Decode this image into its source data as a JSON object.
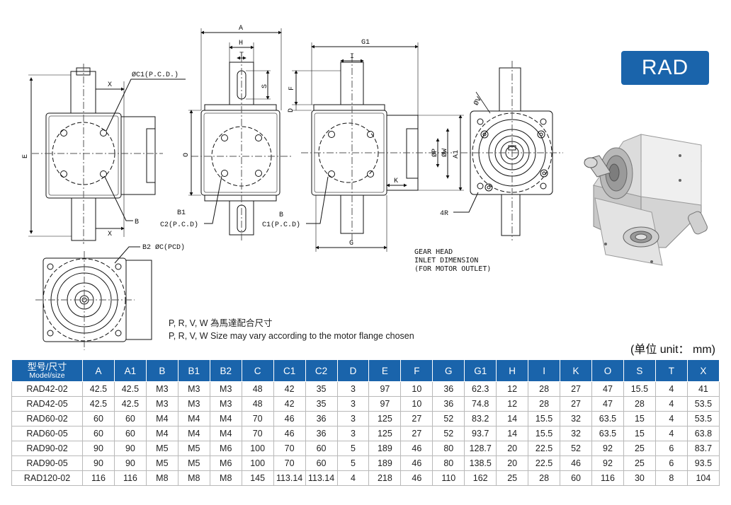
{
  "badge": "RAD",
  "notes": {
    "line1": "P, R, V, W 為馬達配合尺寸",
    "line2": "P, R, V, W Size may vary according to the motor flange chosen"
  },
  "gear_note": "GEAR HEAD\nINLET DIMENSION\n(FOR MOTOR OUTLET)",
  "unit": "(单位 unit： mm)",
  "labels": {
    "c1_pcd": "ØC1(P.C.D.)",
    "x_top": "X",
    "x_bottom": "X",
    "e": "E",
    "b_front": "B",
    "b2": "B2 ØC(PCD)",
    "a": "A",
    "h": "H",
    "t": "T",
    "s": "S",
    "o": "O",
    "b1": "B1",
    "c2_pcd": "C2(P.C.D)",
    "g1": "G1",
    "i": "I",
    "f": "F",
    "d": "D",
    "p": "ØP",
    "w": "ØW",
    "a1": "A1",
    "k": "K",
    "g": "G",
    "b_side": "B",
    "c1_pcd_side": "C1(P.C.D)",
    "v": "ØV",
    "r": "4R"
  },
  "table": {
    "header_model_zh": "型号/尺寸",
    "header_model_en": "Model/size",
    "columns": [
      "A",
      "A1",
      "B",
      "B1",
      "B2",
      "C",
      "C1",
      "C2",
      "D",
      "E",
      "F",
      "G",
      "G1",
      "H",
      "I",
      "K",
      "O",
      "S",
      "T",
      "X"
    ],
    "rows": [
      [
        "RAD42-02",
        "42.5",
        "42.5",
        "M3",
        "M3",
        "M3",
        "48",
        "42",
        "35",
        "3",
        "97",
        "10",
        "36",
        "62.3",
        "12",
        "28",
        "27",
        "47",
        "15.5",
        "4",
        "41"
      ],
      [
        "RAD42-05",
        "42.5",
        "42.5",
        "M3",
        "M3",
        "M3",
        "48",
        "42",
        "35",
        "3",
        "97",
        "10",
        "36",
        "74.8",
        "12",
        "28",
        "27",
        "47",
        "28",
        "4",
        "53.5"
      ],
      [
        "RAD60-02",
        "60",
        "60",
        "M4",
        "M4",
        "M4",
        "70",
        "46",
        "36",
        "3",
        "125",
        "27",
        "52",
        "83.2",
        "14",
        "15.5",
        "32",
        "63.5",
        "15",
        "4",
        "53.5"
      ],
      [
        "RAD60-05",
        "60",
        "60",
        "M4",
        "M4",
        "M4",
        "70",
        "46",
        "36",
        "3",
        "125",
        "27",
        "52",
        "93.7",
        "14",
        "15.5",
        "32",
        "63.5",
        "15",
        "4",
        "63.8"
      ],
      [
        "RAD90-02",
        "90",
        "90",
        "M5",
        "M5",
        "M6",
        "100",
        "70",
        "60",
        "5",
        "189",
        "46",
        "80",
        "128.7",
        "20",
        "22.5",
        "52",
        "92",
        "25",
        "6",
        "83.7"
      ],
      [
        "RAD90-05",
        "90",
        "90",
        "M5",
        "M5",
        "M6",
        "100",
        "70",
        "60",
        "5",
        "189",
        "46",
        "80",
        "138.5",
        "20",
        "22.5",
        "46",
        "92",
        "25",
        "6",
        "93.5"
      ],
      [
        "RAD120-02",
        "116",
        "116",
        "M8",
        "M8",
        "M8",
        "145",
        "113.14",
        "113.14",
        "4",
        "218",
        "46",
        "110",
        "162",
        "25",
        "28",
        "60",
        "116",
        "30",
        "8",
        "104"
      ]
    ]
  }
}
